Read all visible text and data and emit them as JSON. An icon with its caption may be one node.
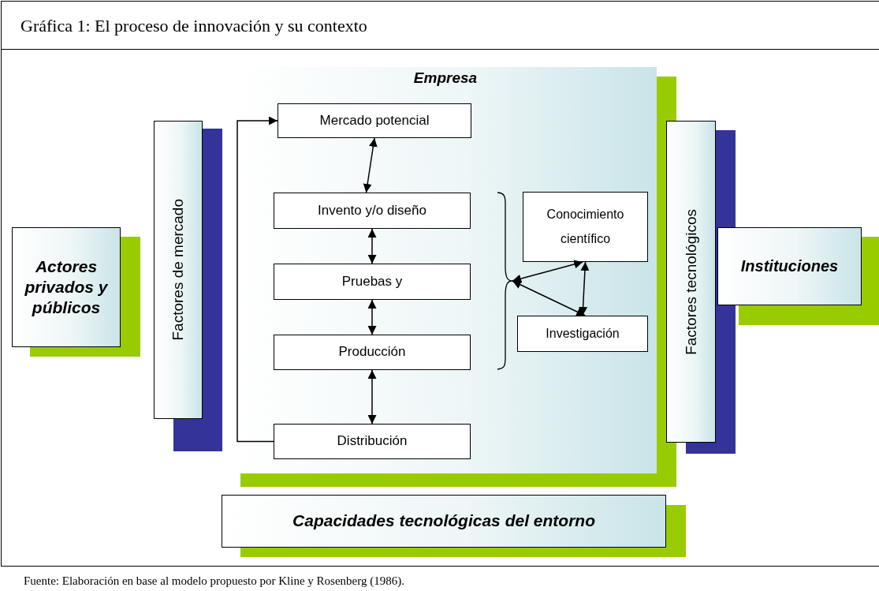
{
  "diagram": {
    "title": "Gráfica 1: El proceso de innovación y su contexto",
    "caption": "Fuente: Elaboración en base al modelo propuesto por Kline y Rosenberg (1986).",
    "nodes": [
      {
        "text": [
          "Actores privados y públicos"
        ]
      },
      {
        "text": [
          "Factores de mercado"
        ]
      },
      {
        "text": [
          "Empresa"
        ]
      },
      {
        "text": [
          "Mercado potencial"
        ],
        "in": 2
      },
      {
        "text": [
          "Invento y/o diseño"
        ],
        "in": 2
      },
      {
        "text": [
          "Pruebas y"
        ],
        "in": 2
      },
      {
        "text": [
          "Producción"
        ],
        "in": 2
      },
      {
        "text": [
          "Distribución"
        ],
        "in": 2
      },
      {
        "text": [],
        "shape": "brace",
        "in": 2
      },
      {
        "text": [
          "Conocimiento científico"
        ],
        "in": 2
      },
      {
        "text": [
          "Investigación"
        ],
        "in": 2
      },
      {
        "text": [
          "Factores tecnológicos"
        ]
      },
      {
        "text": [
          "Instituciones"
        ]
      },
      {
        "text": [
          "Capacidades tecnológicas del entorno"
        ]
      }
    ],
    "edges": [
      {
        "from": 3,
        "to": 4,
        "arrow": "both"
      },
      {
        "from": 4,
        "to": 5,
        "arrow": "both"
      },
      {
        "from": 5,
        "to": 6,
        "arrow": "both"
      },
      {
        "from": 6,
        "to": 7,
        "arrow": "both"
      },
      {
        "from": 7,
        "to": 3,
        "arrow": "to"
      },
      {
        "from": 8,
        "to": 9,
        "arrow": "both"
      },
      {
        "from": 8,
        "to": 10,
        "arrow": "both"
      },
      {
        "from": 9,
        "to": 10,
        "arrow": "both"
      }
    ]
  }
}
